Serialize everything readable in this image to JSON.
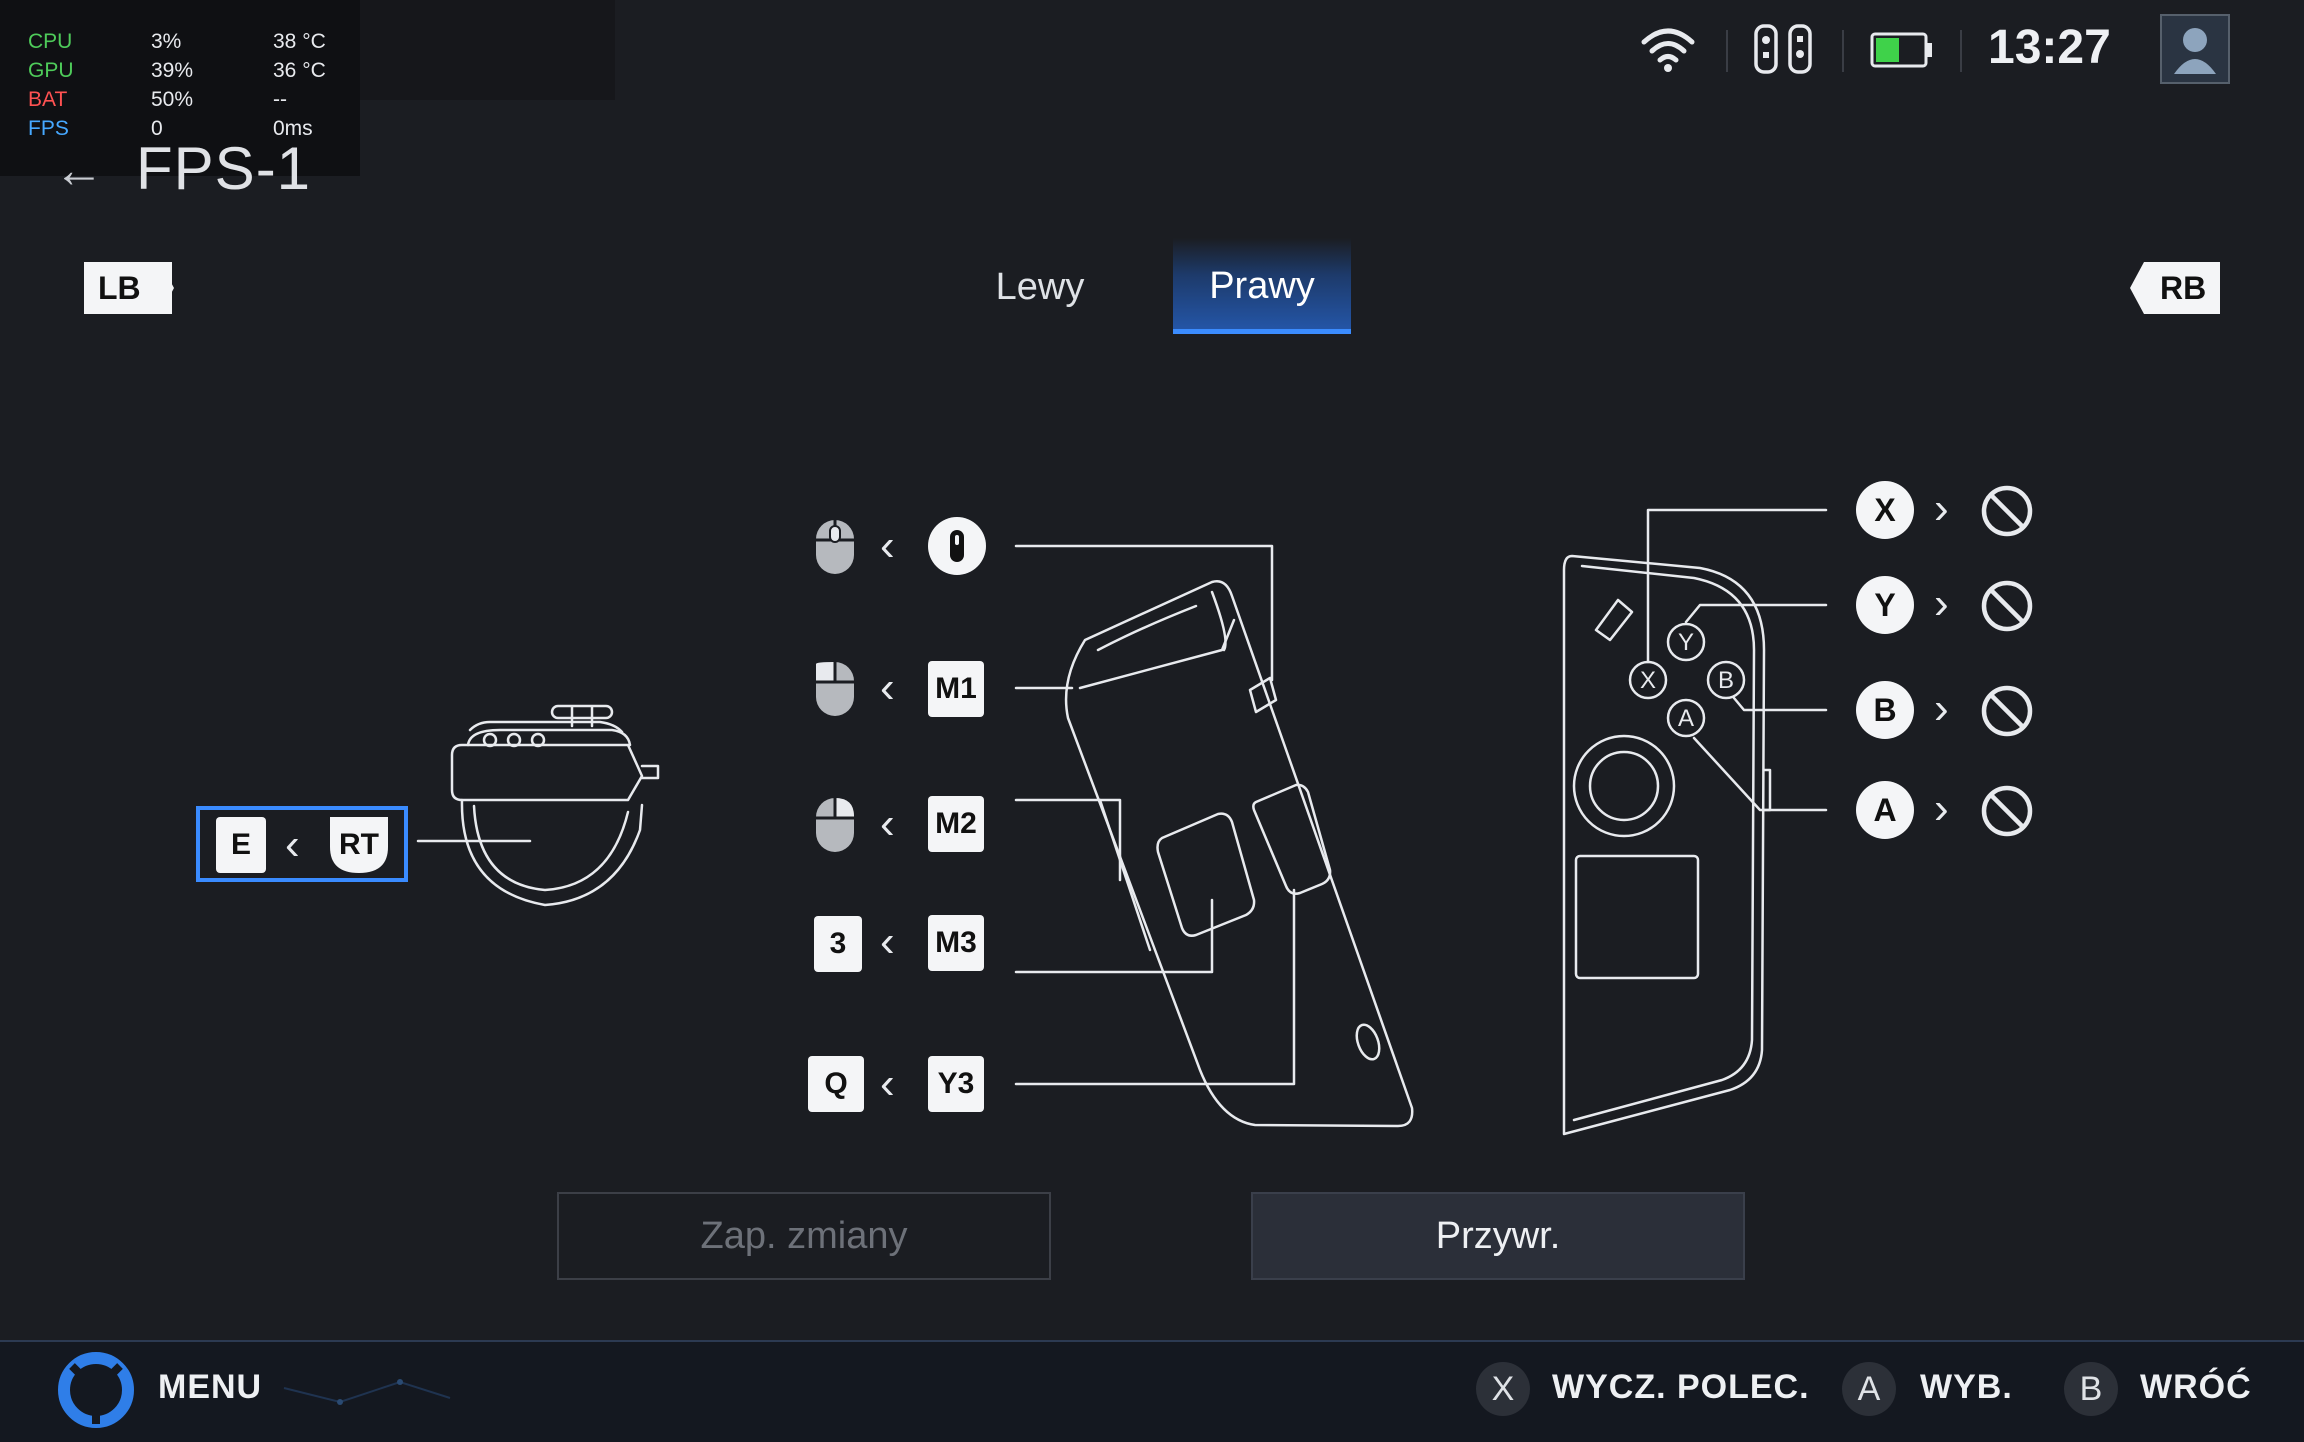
{
  "perf": {
    "rows": [
      {
        "label": "CPU",
        "usage": "3%",
        "temp": "38 °C",
        "color": "#4ecb5a"
      },
      {
        "label": "GPU",
        "usage": "39%",
        "temp": "36 °C",
        "color": "#4ecb5a"
      },
      {
        "label": "BAT",
        "usage": "50%",
        "temp": "--",
        "color": "#ff5252"
      },
      {
        "label": "FPS",
        "usage": "0",
        "temp": "0ms",
        "color": "#46a8ff"
      }
    ]
  },
  "header": {
    "title": "FPS-1",
    "back_icon": "arrow-left-icon"
  },
  "status": {
    "time": "13:27",
    "icons": [
      "wifi-icon",
      "controllers-icon",
      "battery-icon",
      "user-avatar-icon"
    ],
    "battery_level": 0.5,
    "battery_color": "#3fd24a"
  },
  "bumpers": {
    "left": "LB",
    "right": "RB"
  },
  "tabs": {
    "left": "Lewy",
    "right": "Prawy",
    "active": "right"
  },
  "left_mapping": {
    "target": "E",
    "source": "RT"
  },
  "center_mappings": [
    {
      "target_icon": "mouse-icon",
      "source_icon": "mouse-scroll-icon"
    },
    {
      "target_icon": "mouse-left-icon",
      "source": "M1"
    },
    {
      "target_icon": "mouse-right-icon",
      "source": "M2"
    },
    {
      "target": "3",
      "source": "M3"
    },
    {
      "target": "Q",
      "source": "Y3"
    }
  ],
  "right_mappings": [
    {
      "source": "X",
      "target_icon": "disabled-icon"
    },
    {
      "source": "Y",
      "target_icon": "disabled-icon"
    },
    {
      "source": "B",
      "target_icon": "disabled-icon"
    },
    {
      "source": "A",
      "target_icon": "disabled-icon"
    }
  ],
  "buttons": {
    "save": "Zap. zmiany",
    "restore": "Przywr."
  },
  "footer": {
    "menu": "MENU",
    "actions": [
      {
        "key": "X",
        "label": "WYCZ. POLEC."
      },
      {
        "key": "A",
        "label": "WYB."
      },
      {
        "key": "B",
        "label": "WRÓĆ"
      }
    ]
  }
}
